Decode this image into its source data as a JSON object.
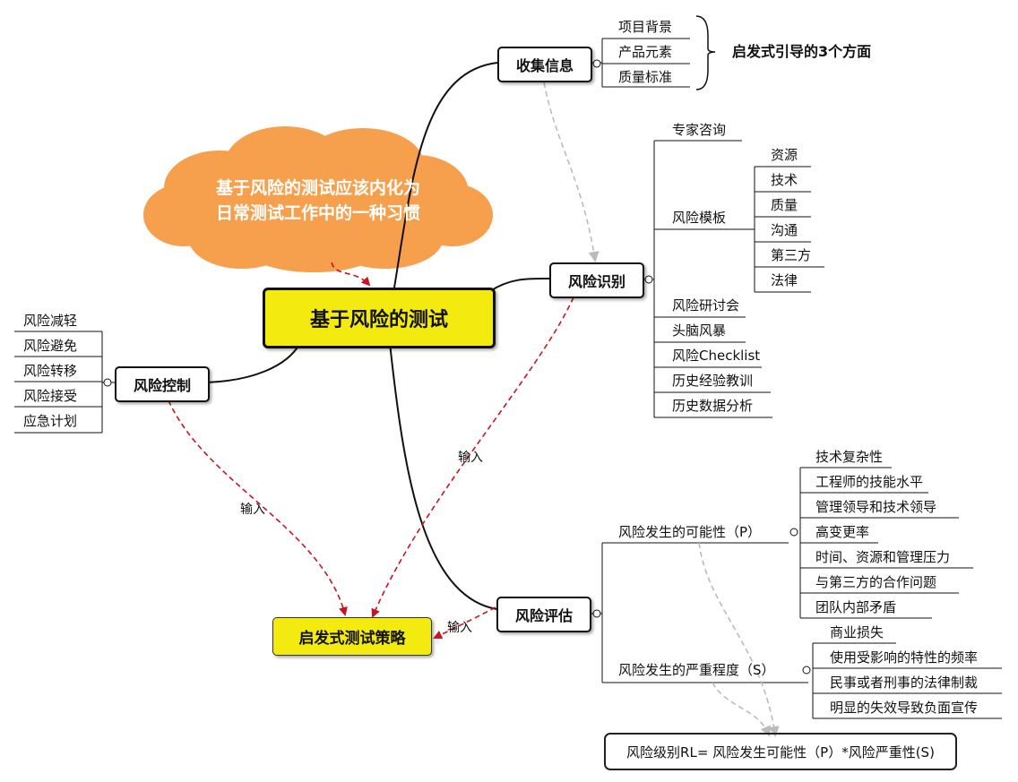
{
  "central": "基于风险的测试",
  "cloud": {
    "line1": "基于风险的测试应该内化为",
    "line2": "日常测试工作中的一种习惯",
    "color": "#f6a04d"
  },
  "branches": {
    "collect": {
      "title": "收集信息",
      "items": [
        "项目背景",
        "产品元素",
        "质量标准"
      ],
      "brace_label": "启发式引导的3个方面"
    },
    "identify": {
      "title": "风险识别",
      "items": [
        "专家咨询",
        "风险模板",
        "风险研讨会",
        "头脑风暴",
        "风险Checklist",
        "历史经验教训",
        "历史数据分析"
      ],
      "template_items": [
        "资源",
        "技术",
        "质量",
        "沟通",
        "第三方",
        "法律"
      ]
    },
    "control": {
      "title": "风险控制",
      "items": [
        "风险减轻",
        "风险避免",
        "风险转移",
        "风险接受",
        "应急计划"
      ]
    },
    "assess": {
      "title": "风险评估",
      "probability": {
        "label": "风险发生的可能性（P）",
        "items": [
          "技术复杂性",
          "工程师的技能水平",
          "管理领导和技术领导",
          "高变更率",
          "时间、资源和管理压力",
          "与第三方的合作问题",
          "团队内部矛盾"
        ]
      },
      "severity": {
        "label": "风险发生的严重程度（S）",
        "items": [
          "商业损失",
          "使用受影响的特性的频率",
          "民事或者刑事的法律制裁",
          "明显的失效导致负面宣传"
        ]
      }
    }
  },
  "strategy": "启发式测试策略",
  "formula": "风险级别RL= 风险发生可能性（P）*风险严重性(S)",
  "edge_labels": {
    "input1": "输入",
    "input2": "输入",
    "input3": "输入"
  },
  "colors": {
    "highlight": "#f3ea10",
    "cloud": "#f6a04d",
    "dashed_red": "#cc1122",
    "dashed_gray": "#bbbbbb"
  }
}
